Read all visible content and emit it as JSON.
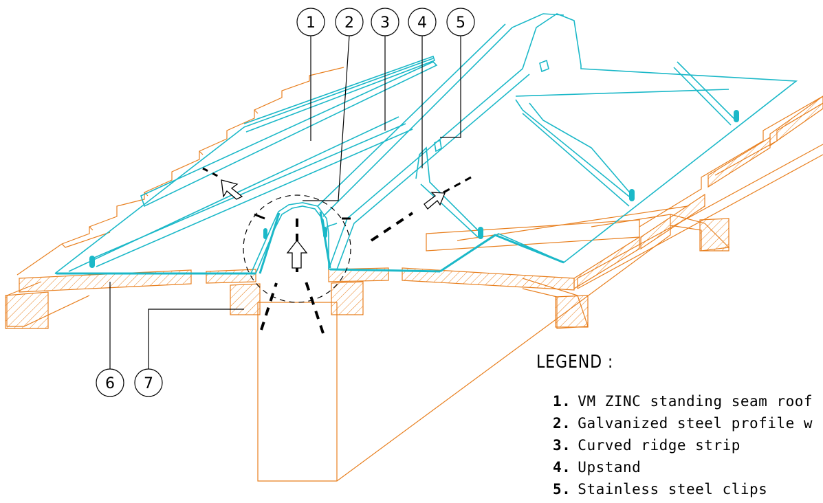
{
  "colors": {
    "zinc": "#1bb8c8",
    "timber": "#e87f1e",
    "annotation": "#000000"
  },
  "callouts": [
    "1",
    "2",
    "3",
    "4",
    "5",
    "6",
    "7"
  ],
  "legend": {
    "title": "LEGEND :",
    "items": [
      {
        "num": "1.",
        "text": "VM ZINC standing seam roof"
      },
      {
        "num": "2.",
        "text": "Galvanized steel profile w"
      },
      {
        "num": "3.",
        "text": "Curved ridge strip"
      },
      {
        "num": "4.",
        "text": "Upstand"
      },
      {
        "num": "5.",
        "text": "Stainless steel clips"
      }
    ]
  }
}
